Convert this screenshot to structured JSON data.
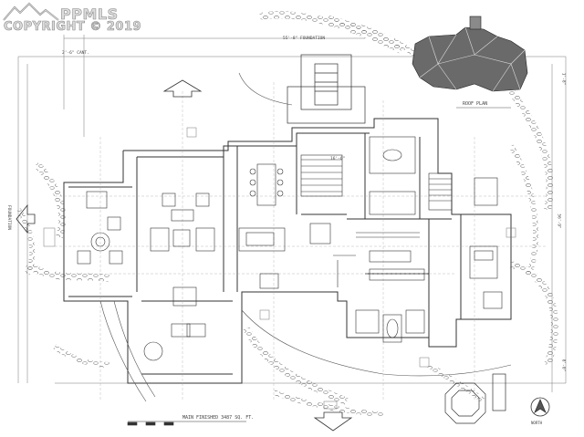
{
  "watermark": {
    "brand": "PPMLS",
    "copyright": "COPYRIGHT © 2019",
    "logo_icon": "mountain-logo-icon"
  },
  "labels": {
    "roof_plan": "ROOF PLAN",
    "north": "NORTH",
    "main_finished": "MAIN FINISHED  3487 SQ. FT.",
    "dim_top": "55'-8\"",
    "dim_foundation": "FOUNDATION",
    "dim_left_top": "2'-6\" CANT.",
    "dim_mid": "16'-6\"",
    "dim_right_a": "1'-8\"",
    "dim_right_b": "56'-9\"",
    "dim_right_c": "8'-0\"",
    "dim_left_v": "FOUNDATION"
  },
  "icons": {
    "north_arrow": "north-arrow-icon",
    "up_arrow": "arrow-up-icon",
    "down_arrow": "arrow-down-icon",
    "left_arrow": "arrow-left-icon"
  },
  "colors": {
    "line": "#3a3a3a",
    "light_line": "#9a9a9a",
    "roof_fill": "#6a6a6a"
  }
}
